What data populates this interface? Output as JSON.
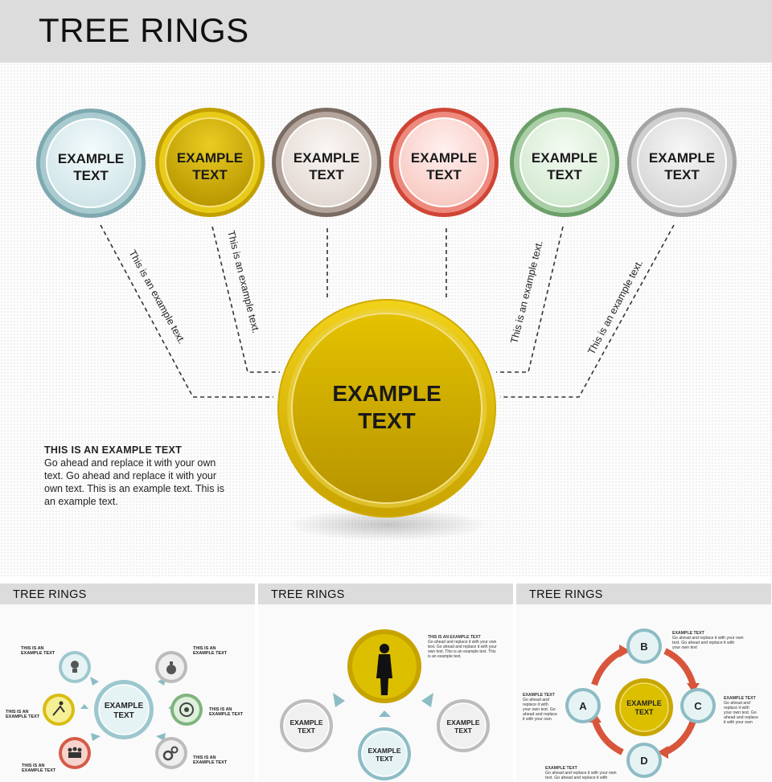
{
  "header": {
    "title": "TREE RINGS"
  },
  "main": {
    "rings": [
      {
        "label_line1": "EXAMPLE",
        "label_line2": "TEXT",
        "ring_color": "#6fa0a8",
        "fill_color": "#e3f1f4"
      },
      {
        "label_line1": "EXAMPLE",
        "label_line2": "TEXT",
        "ring_color": "#c9a800",
        "fill_color": "#d4b000"
      },
      {
        "label_line1": "EXAMPLE",
        "label_line2": "TEXT",
        "ring_color": "#7a6a60",
        "fill_color": "#f1ebe7"
      },
      {
        "label_line1": "EXAMPLE",
        "label_line2": "TEXT",
        "ring_color": "#d24a3a",
        "fill_color": "#fde0dc"
      },
      {
        "label_line1": "EXAMPLE",
        "label_line2": "TEXT",
        "ring_color": "#74a872",
        "fill_color": "#e6f4e4"
      },
      {
        "label_line1": "EXAMPLE",
        "label_line2": "TEXT",
        "ring_color": "#a8a8a8",
        "fill_color": "#e8e8e8"
      }
    ],
    "connector_text": "This is an example text.",
    "center": {
      "label_line1": "EXAMPLE",
      "label_line2": "TEXT",
      "color": "#d9b800"
    },
    "note": {
      "title": "THIS IS AN EXAMPLE TEXT",
      "body": "Go ahead and replace it with your own text. Go ahead and replace it with your own text. This is an example text. This is an example text."
    }
  },
  "thumbnails": [
    {
      "title": "TREE RINGS",
      "center_line1": "EXAMPLE",
      "center_line2": "TEXT",
      "side_label_line1": "THIS IS AN",
      "side_label_line2": "EXAMPLE TEXT",
      "icons": [
        "lightbulb-icon",
        "money-bag-icon",
        "running-person-icon",
        "target-icon",
        "team-icon",
        "gears-icon"
      ]
    },
    {
      "title": "TREE RINGS",
      "left_line1": "EXAMPLE",
      "left_line2": "TEXT",
      "right_line1": "EXAMPLE",
      "right_line2": "TEXT",
      "bottom_line1": "EXAMPLE",
      "bottom_line2": "TEXT",
      "note_title": "THIS IS AN EXAMPLE TEXT",
      "note_body": [
        "Go ahead and replace it with your own",
        "text. Go ahead and replace it with your",
        "own text. This is an example text. This",
        "is an example text."
      ],
      "icons": [
        "businesswoman-silhouette-icon"
      ]
    },
    {
      "title": "TREE RINGS",
      "letters": [
        "A",
        "B",
        "C",
        "D"
      ],
      "center_line1": "EXAMPLE",
      "center_line2": "TEXT",
      "label_title": "EXAMPLE TEXT",
      "label_body": [
        "Go ahead and replace it with your own",
        "text. Go ahead and replace it with",
        "your own text"
      ],
      "label_body_short": [
        "Go ahead and",
        "replace it with",
        "your own text. Go",
        "ahead and replace",
        "it with your own",
        "text"
      ]
    }
  ]
}
